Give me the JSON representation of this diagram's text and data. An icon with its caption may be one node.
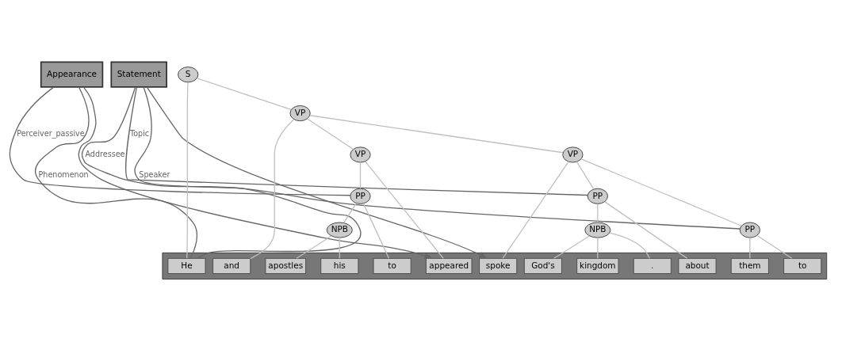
{
  "diagram": {
    "nodes": [
      {
        "text": [
          "Appearance"
        ]
      },
      {
        "text": [
          "Statement"
        ]
      },
      {
        "text": [
          "S"
        ]
      },
      {
        "text": [
          "VP"
        ]
      },
      {
        "text": [
          "VP"
        ]
      },
      {
        "text": [
          "PP"
        ]
      },
      {
        "text": [
          "NPB"
        ]
      },
      {
        "text": [
          "VP"
        ]
      },
      {
        "text": [
          "PP"
        ]
      },
      {
        "text": [
          "PP"
        ]
      },
      {
        "text": [
          "NPB"
        ]
      },
      {
        "text": [],
        "shape": "bar"
      },
      {
        "text": [
          "He"
        ],
        "in": 11
      },
      {
        "text": [
          "appeared"
        ],
        "in": 11
      },
      {
        "text": [
          "to"
        ],
        "in": 11
      },
      {
        "text": [
          "his"
        ],
        "in": 11
      },
      {
        "text": [
          "apostles"
        ],
        "in": 11
      },
      {
        "text": [
          "and"
        ],
        "in": 11
      },
      {
        "text": [
          "spoke"
        ],
        "in": 11
      },
      {
        "text": [
          "to"
        ],
        "in": 11
      },
      {
        "text": [
          "them"
        ],
        "in": 11
      },
      {
        "text": [
          "about"
        ],
        "in": 11
      },
      {
        "text": [
          "God's"
        ],
        "in": 11
      },
      {
        "text": [
          "kingdom"
        ],
        "in": 11
      },
      {
        "text": [
          "."
        ],
        "in": 11
      }
    ],
    "edges": [
      {
        "from": 0,
        "to": 12,
        "arrow": "none",
        "label": "Phenomenon",
        "color": "#666666"
      },
      {
        "from": 0,
        "to": 13,
        "arrow": "to",
        "color": "#666666"
      },
      {
        "from": 0,
        "to": 5,
        "arrow": "none",
        "label": "Perceiver_passive",
        "color": "#666666"
      },
      {
        "from": 1,
        "to": 12,
        "arrow": "none",
        "label": "Speaker",
        "color": "#666666"
      },
      {
        "from": 1,
        "to": 18,
        "arrow": "to",
        "color": "#666666"
      },
      {
        "from": 1,
        "to": 8,
        "arrow": "none",
        "label": "Addressee",
        "color": "#666666"
      },
      {
        "from": 1,
        "to": 9,
        "arrow": "none",
        "label": "Topic",
        "color": "#666666"
      },
      {
        "from": 2,
        "to": 12,
        "arrow": "none"
      },
      {
        "from": 2,
        "to": 3,
        "arrow": "none"
      },
      {
        "from": 3,
        "to": 4,
        "arrow": "none"
      },
      {
        "from": 3,
        "to": 17,
        "arrow": "none"
      },
      {
        "from": 3,
        "to": 7,
        "arrow": "none"
      },
      {
        "from": 4,
        "to": 13,
        "arrow": "none"
      },
      {
        "from": 4,
        "to": 5,
        "arrow": "none"
      },
      {
        "from": 5,
        "to": 14,
        "arrow": "none"
      },
      {
        "from": 5,
        "to": 6,
        "arrow": "none"
      },
      {
        "from": 6,
        "to": 15,
        "arrow": "none"
      },
      {
        "from": 6,
        "to": 16,
        "arrow": "none"
      },
      {
        "from": 7,
        "to": 18,
        "arrow": "none"
      },
      {
        "from": 7,
        "to": 8,
        "arrow": "none"
      },
      {
        "from": 7,
        "to": 9,
        "arrow": "none"
      },
      {
        "from": 8,
        "to": 19,
        "arrow": "none"
      },
      {
        "from": 8,
        "to": 20,
        "arrow": "none"
      },
      {
        "from": 9,
        "to": 21,
        "arrow": "none"
      },
      {
        "from": 9,
        "to": 10,
        "arrow": "none"
      },
      {
        "from": 10,
        "to": 22,
        "arrow": "none"
      },
      {
        "from": 10,
        "to": 23,
        "arrow": "none"
      },
      {
        "from": 10,
        "to": 24,
        "arrow": "none"
      }
    ]
  }
}
